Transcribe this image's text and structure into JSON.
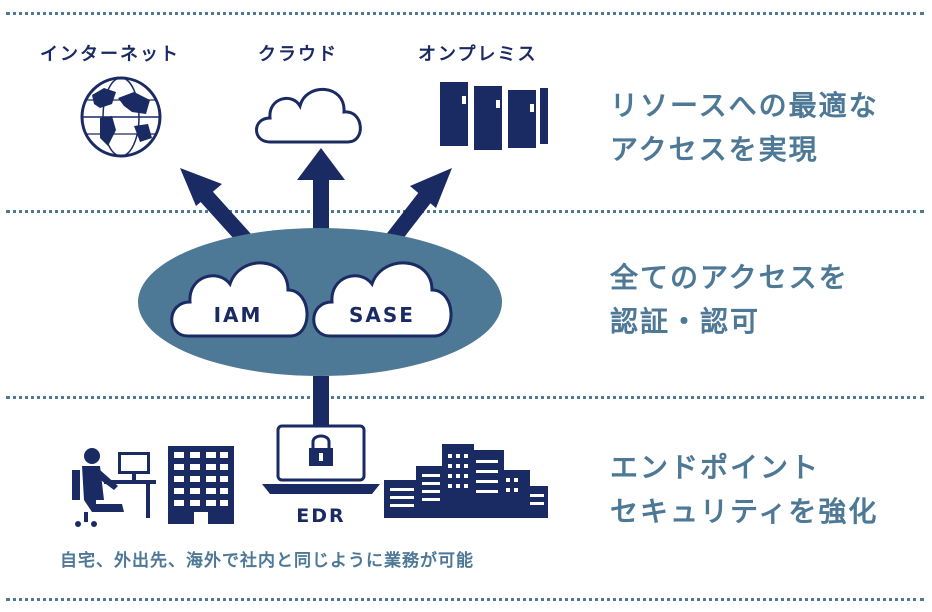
{
  "top_labels": [
    "インターネット",
    "クラウド",
    "オンプレミス"
  ],
  "cloud_labels": [
    "IAM",
    "SASE"
  ],
  "laptop_label": "EDR",
  "caption": "自宅、外出先、海外で社内と同じように業務が可能",
  "headings": [
    [
      "リソースへの最適な",
      "アクセスを実現"
    ],
    [
      "全てのアクセスを",
      "認証・認可"
    ],
    [
      "エンドポイント",
      "セキュリティを強化"
    ]
  ],
  "colors": {
    "navy": "#1a2a63",
    "steel": "#4d7896",
    "white": "#ffffff"
  },
  "icons": [
    "globe-icon",
    "cloud-icon",
    "server-rack-icon",
    "arrow-icon",
    "person-at-desk-icon",
    "office-building-icon",
    "laptop-lock-icon",
    "city-buildings-icon"
  ]
}
